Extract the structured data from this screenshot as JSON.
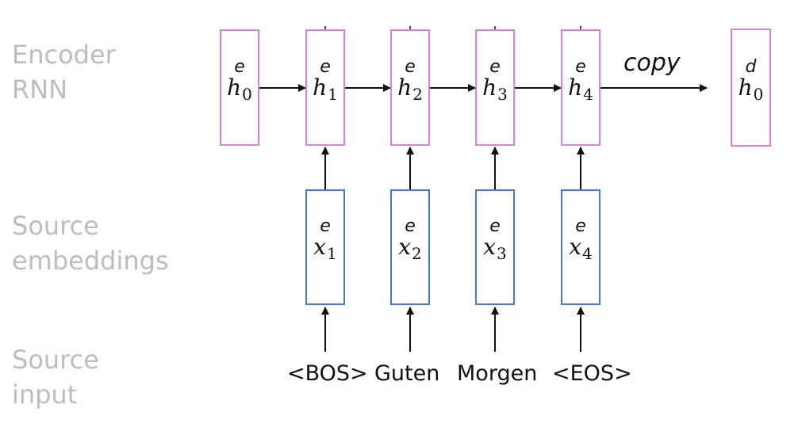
{
  "row_labels": {
    "encoder": [
      "Encoder",
      "RNN"
    ],
    "embeddings": [
      "Source",
      "embeddings"
    ],
    "input": [
      "Source",
      "input"
    ]
  },
  "encoder_states": [
    {
      "var": "h",
      "sub": "0",
      "sup": "e"
    },
    {
      "var": "h",
      "sub": "1",
      "sup": "e"
    },
    {
      "var": "h",
      "sub": "2",
      "sup": "e"
    },
    {
      "var": "h",
      "sub": "3",
      "sup": "e"
    },
    {
      "var": "h",
      "sub": "4",
      "sup": "e"
    }
  ],
  "embeddings": [
    {
      "var": "x",
      "sub": "1",
      "sup": "e"
    },
    {
      "var": "x",
      "sub": "2",
      "sup": "e"
    },
    {
      "var": "x",
      "sub": "3",
      "sup": "e"
    },
    {
      "var": "x",
      "sub": "4",
      "sup": "e"
    }
  ],
  "decoder_state": {
    "var": "h",
    "sub": "0",
    "sup": "d"
  },
  "copy_label": "copy",
  "source_words": [
    "<BOS>",
    "Guten",
    "Morgen",
    "<EOS>"
  ],
  "colors": {
    "rnn_border": "#e07ee0",
    "embedding_border": "#4a78c4",
    "label_gray": "#bdbdbd"
  }
}
